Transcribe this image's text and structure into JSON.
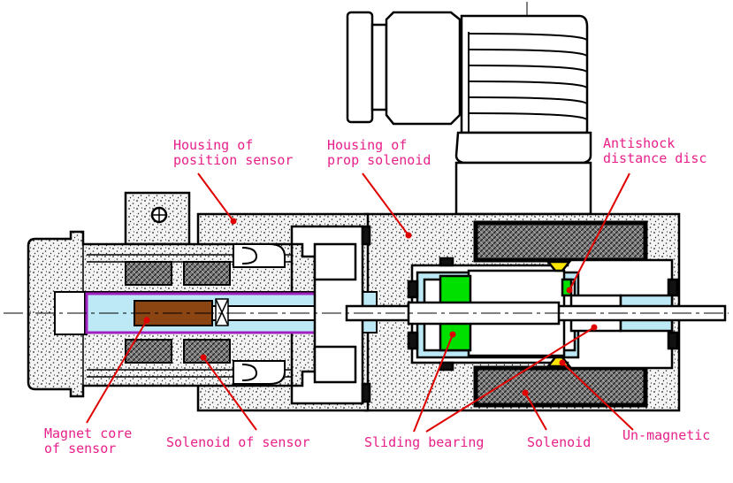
{
  "colors": {
    "label": "#e8208a",
    "leader": "#e00000",
    "outline": "#000000",
    "speckle_fill": "#f2f2f2",
    "bore": "#bde8f5",
    "sensor_tube": "#a020c0",
    "magnet_core": "#8b4513",
    "sliding_bearing": "#00e000",
    "un_magnetic": "#ffe600",
    "coil": "#8a8a8a"
  },
  "labels": {
    "housing_position_sensor": [
      "Housing of",
      "position sensor"
    ],
    "housing_prop_solenoid": [
      "Housing of",
      "prop solenoid"
    ],
    "antishock_distance_disc": [
      "Antishock",
      "distance disc"
    ],
    "magnet_core_sensor": [
      "Magnet core",
      "of sensor"
    ],
    "solenoid_of_sensor": "Solenoid of sensor",
    "sliding_bearing": "Sliding bearing",
    "solenoid": "Solenoid",
    "un_magnetic": "Un-magnetic"
  }
}
